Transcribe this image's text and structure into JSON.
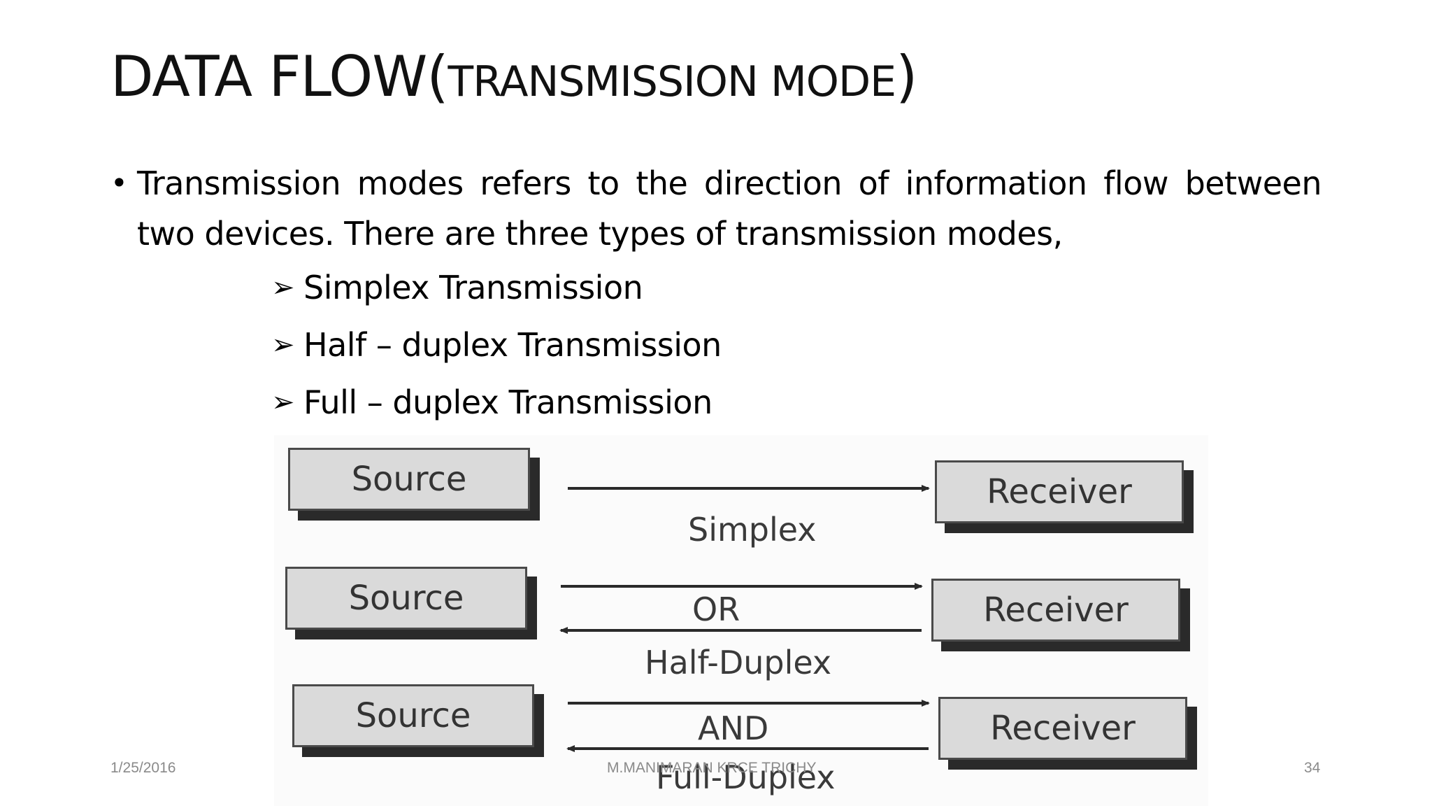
{
  "slide": {
    "title_main": "DATA FLOW(",
    "title_sub": "TRANSMISSION MODE",
    "title_close": ")",
    "bullet_symbol": "•",
    "paragraph": "Transmission modes refers to the direction of information flow between two devices. There are three types of transmission modes,",
    "sub_bullet_symbol": "➢",
    "sub_items": [
      "Simplex Transmission",
      "Half – duplex Transmission",
      "Full – duplex Transmission"
    ]
  },
  "diagram": {
    "source_label": "Source",
    "receiver_label": "Receiver",
    "simplex_label": "Simplex",
    "or_label": "OR",
    "half_duplex_label": "Half-Duplex",
    "and_label": "AND",
    "full_duplex_label": "Full-Duplex"
  },
  "footer": {
    "date": "1/25/2016",
    "author": "M.MANIMARAN KRCE TRICHY",
    "page": "34"
  }
}
